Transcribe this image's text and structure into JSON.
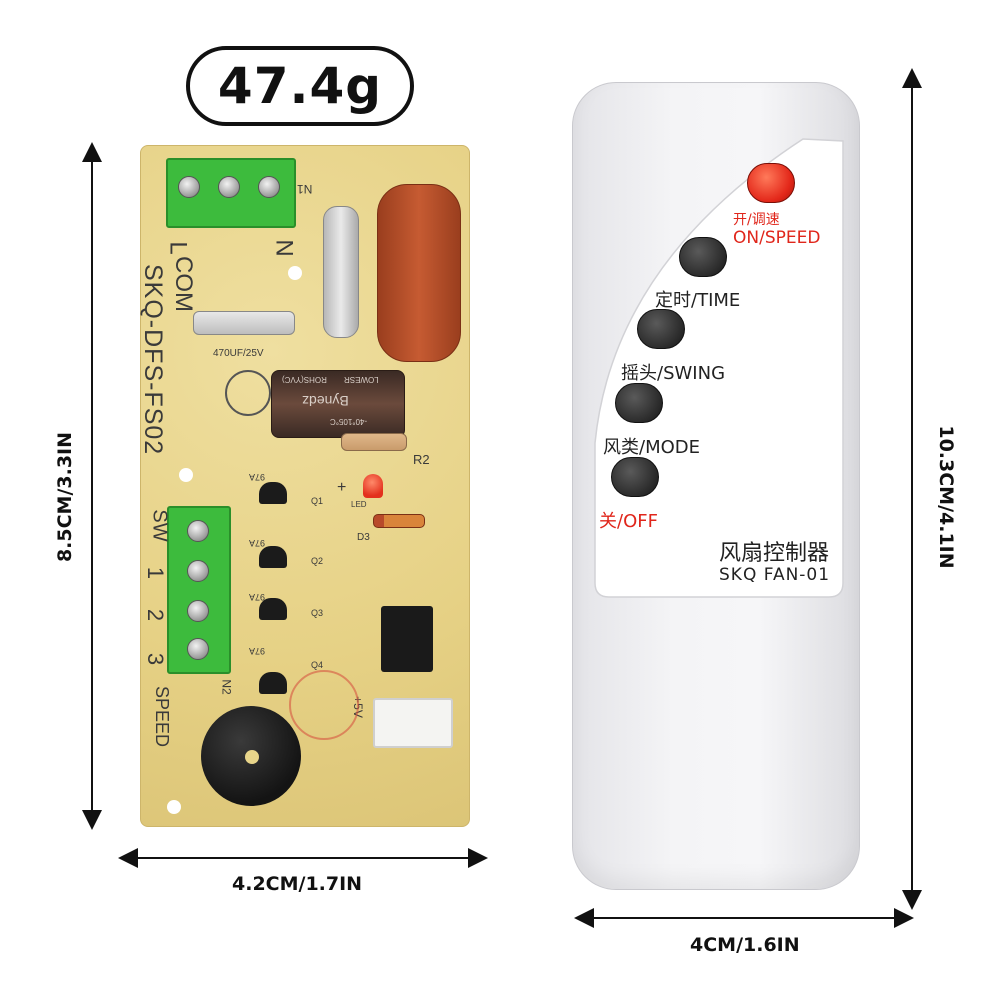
{
  "weight": "47.4g",
  "dimensions": {
    "pcb_height": "8.5CM/3.3IN",
    "pcb_width": "4.2CM/1.7IN",
    "remote_height": "10.3CM/4.1IN",
    "remote_width": "4CM/1.6IN"
  },
  "pcb": {
    "model": "SKQ-DFS-FS02",
    "terminal_top": {
      "labels": [
        "L",
        "COM",
        "N"
      ],
      "tag": "N1"
    },
    "terminal_side": {
      "label": "SW",
      "numbers": [
        "1",
        "2",
        "3"
      ],
      "footer": "SPEED",
      "tag": "N2"
    },
    "capacitor_text": "470UF/25V",
    "cap_brand": "Bynedz",
    "cap_marks": [
      "ROHS(YVC)",
      "LOWESR",
      "-40°105°C"
    ],
    "resistor_label": "R2",
    "led_label": "LED",
    "diode_label": "D3",
    "power_label": "+5V",
    "transistors": [
      {
        "code": "97A",
        "label": "Q1"
      },
      {
        "code": "97A",
        "label": "Q2"
      },
      {
        "code": "97A",
        "label": "Q3"
      },
      {
        "code": "97A",
        "label": "Q4"
      }
    ],
    "plus_sign": "+"
  },
  "remote": {
    "buttons": [
      {
        "zh": "开/调速",
        "en": "ON/SPEED",
        "color": "#e3281a"
      },
      {
        "zh": "定时/",
        "en": "TIME",
        "color": "#2a2a2a"
      },
      {
        "zh": "摇头/",
        "en": "SWING",
        "color": "#2a2a2a"
      },
      {
        "zh": "风类/",
        "en": "MODE",
        "color": "#2a2a2a"
      },
      {
        "zh": "关/",
        "en": "OFF",
        "color": "#2a2a2a"
      }
    ],
    "title_zh": "风扇控制器",
    "model": "SKQ FAN-01"
  }
}
